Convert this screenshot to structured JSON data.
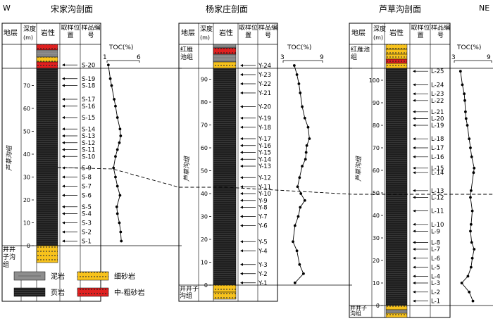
{
  "compass": {
    "west": "W",
    "east": "NE"
  },
  "headers": {
    "stratum": "地层",
    "depth": "深度",
    "depth_unit": "(m)",
    "lithology": "岩性",
    "sample_pos": "取样位置",
    "sample_no": "样品编号",
    "toc": "TOC(%)"
  },
  "sections": [
    {
      "title": "宋家沟剖面",
      "top_formation": "",
      "bottom_formation": "井井子沟组",
      "main_formation": "芦草沟组",
      "depth_ticks": [
        0,
        10,
        20,
        30,
        40,
        50,
        60,
        70
      ],
      "depth_max": 80,
      "toc_axis": {
        "min": 1,
        "max": 6,
        "labels": [
          "1",
          "6"
        ]
      },
      "samples": [
        {
          "id": "S-1",
          "depth": 2,
          "toc": 3.2
        },
        {
          "id": "S-2",
          "depth": 6,
          "toc": 3.1
        },
        {
          "id": "S-3",
          "depth": 10,
          "toc": 2.9
        },
        {
          "id": "S-4",
          "depth": 14,
          "toc": 2.6
        },
        {
          "id": "S-5",
          "depth": 17,
          "toc": 2.5
        },
        {
          "id": "S-6",
          "depth": 22,
          "toc": 3.0
        },
        {
          "id": "S-7",
          "depth": 26,
          "toc": 2.6
        },
        {
          "id": "S-8",
          "depth": 30,
          "toc": 2.3
        },
        {
          "id": "S-9",
          "depth": 34,
          "toc": 2.0
        },
        {
          "id": "S-10",
          "depth": 39,
          "toc": 2.3
        },
        {
          "id": "S-11",
          "depth": 42,
          "toc": 2.6
        },
        {
          "id": "S-12",
          "depth": 45,
          "toc": 2.9
        },
        {
          "id": "S-13",
          "depth": 48,
          "toc": 3.1
        },
        {
          "id": "S-14",
          "depth": 51,
          "toc": 3.0
        },
        {
          "id": "S-15",
          "depth": 56,
          "toc": 2.6
        },
        {
          "id": "S-16",
          "depth": 61,
          "toc": 2.3
        },
        {
          "id": "S-17",
          "depth": 64,
          "toc": 2.1
        },
        {
          "id": "S-18",
          "depth": 70,
          "toc": 1.7
        },
        {
          "id": "S-19",
          "depth": 73,
          "toc": 1.5
        },
        {
          "id": "S-20",
          "depth": 79,
          "toc": 1.2
        }
      ]
    },
    {
      "title": "杨家庄剖面",
      "top_formation": "红雁池组",
      "bottom_formation": "井井子沟组",
      "main_formation": "芦草沟组",
      "depth_ticks": [
        0,
        10,
        20,
        30,
        40,
        50,
        60,
        70,
        80,
        90
      ],
      "depth_max": 98,
      "toc_axis": {
        "min": 3,
        "max": 9,
        "labels": [
          "3",
          "9"
        ]
      },
      "samples": [
        {
          "id": "Y-1",
          "depth": 1,
          "toc": 4.8
        },
        {
          "id": "Y-2",
          "depth": 5,
          "toc": 6.1
        },
        {
          "id": "Y-3",
          "depth": 9,
          "toc": 5.5
        },
        {
          "id": "Y-4",
          "depth": 15,
          "toc": 5.1
        },
        {
          "id": "Y-5",
          "depth": 19,
          "toc": 4.5
        },
        {
          "id": "Y-6",
          "depth": 26,
          "toc": 4.8
        },
        {
          "id": "Y-7",
          "depth": 30,
          "toc": 5.3
        },
        {
          "id": "Y-8",
          "depth": 34,
          "toc": 5.6
        },
        {
          "id": "Y-9",
          "depth": 37,
          "toc": 6.3
        },
        {
          "id": "Y-10",
          "depth": 40,
          "toc": 5.7
        },
        {
          "id": "Y-11",
          "depth": 43,
          "toc": 5.2
        },
        {
          "id": "Y-12",
          "depth": 47,
          "toc": 5.5
        },
        {
          "id": "Y-13",
          "depth": 52,
          "toc": 5.9
        },
        {
          "id": "Y-14",
          "depth": 55,
          "toc": 6.4
        },
        {
          "id": "Y-15",
          "depth": 58,
          "toc": 6.5
        },
        {
          "id": "Y-16",
          "depth": 61,
          "toc": 6.6
        },
        {
          "id": "Y-17",
          "depth": 64,
          "toc": 7.0
        },
        {
          "id": "Y-18",
          "depth": 69,
          "toc": 6.8
        },
        {
          "id": "Y-19",
          "depth": 73,
          "toc": 6.3
        },
        {
          "id": "Y-20",
          "depth": 78,
          "toc": 5.9
        },
        {
          "id": "Y-21",
          "depth": 84,
          "toc": 5.6
        },
        {
          "id": "Y-22",
          "depth": 88,
          "toc": 5.4
        },
        {
          "id": "Y-23",
          "depth": 92,
          "toc": 5.1
        },
        {
          "id": "Y-24",
          "depth": 96,
          "toc": 4.7
        }
      ]
    },
    {
      "title": "芦草沟剖面",
      "top_formation": "红雁池组",
      "bottom_formation": "井井子沟组",
      "main_formation": "芦草沟组",
      "depth_ticks": [
        0,
        10,
        20,
        30,
        40,
        50,
        60,
        70,
        80,
        90,
        100
      ],
      "depth_max": 107,
      "toc_axis": {
        "min": 3,
        "max": 9,
        "labels": [
          "3",
          "9"
        ]
      },
      "samples": [
        {
          "id": "L-1",
          "depth": 2,
          "toc": 6.0
        },
        {
          "id": "L-2",
          "depth": 6,
          "toc": 5.4
        },
        {
          "id": "L-3",
          "depth": 10,
          "toc": 4.2
        },
        {
          "id": "L-4",
          "depth": 13,
          "toc": 5.2
        },
        {
          "id": "L-5",
          "depth": 17,
          "toc": 5.7
        },
        {
          "id": "L-6",
          "depth": 21,
          "toc": 5.9
        },
        {
          "id": "L-7",
          "depth": 25,
          "toc": 6.2
        },
        {
          "id": "L-8",
          "depth": 28,
          "toc": 5.8
        },
        {
          "id": "L-9",
          "depth": 33,
          "toc": 5.6
        },
        {
          "id": "L-10",
          "depth": 36,
          "toc": 5.7
        },
        {
          "id": "L-11",
          "depth": 42,
          "toc": 5.9
        },
        {
          "id": "L-12",
          "depth": 48,
          "toc": 5.6
        },
        {
          "id": "L-13",
          "depth": 51,
          "toc": 5.7
        },
        {
          "id": "L-14",
          "depth": 59,
          "toc": 6.1
        },
        {
          "id": "L-15",
          "depth": 61,
          "toc": 6.2
        },
        {
          "id": "L-16",
          "depth": 66,
          "toc": 5.8
        },
        {
          "id": "L-17",
          "depth": 70,
          "toc": 5.6
        },
        {
          "id": "L-18",
          "depth": 74,
          "toc": 5.4
        },
        {
          "id": "L-19",
          "depth": 80,
          "toc": 5.1
        },
        {
          "id": "L-20",
          "depth": 83,
          "toc": 4.9
        },
        {
          "id": "L-21",
          "depth": 86,
          "toc": 4.8
        },
        {
          "id": "L-22",
          "depth": 91,
          "toc": 4.7
        },
        {
          "id": "L-23",
          "depth": 94,
          "toc": 4.6
        },
        {
          "id": "L-24",
          "depth": 98,
          "toc": 4.3
        },
        {
          "id": "L-25",
          "depth": 104,
          "toc": 4.0
        }
      ]
    }
  ],
  "legend": {
    "mudstone": "泥岩",
    "fine_sandstone": "细砂岩",
    "shale": "页岩",
    "med_coarse_sandstone": "中-粗砂岩"
  },
  "colors": {
    "shale": "#1e1e1e",
    "mudstone": "#8e8e8e",
    "fine_sandstone": "#f7c21c",
    "coarse_sandstone": "#e02020"
  }
}
